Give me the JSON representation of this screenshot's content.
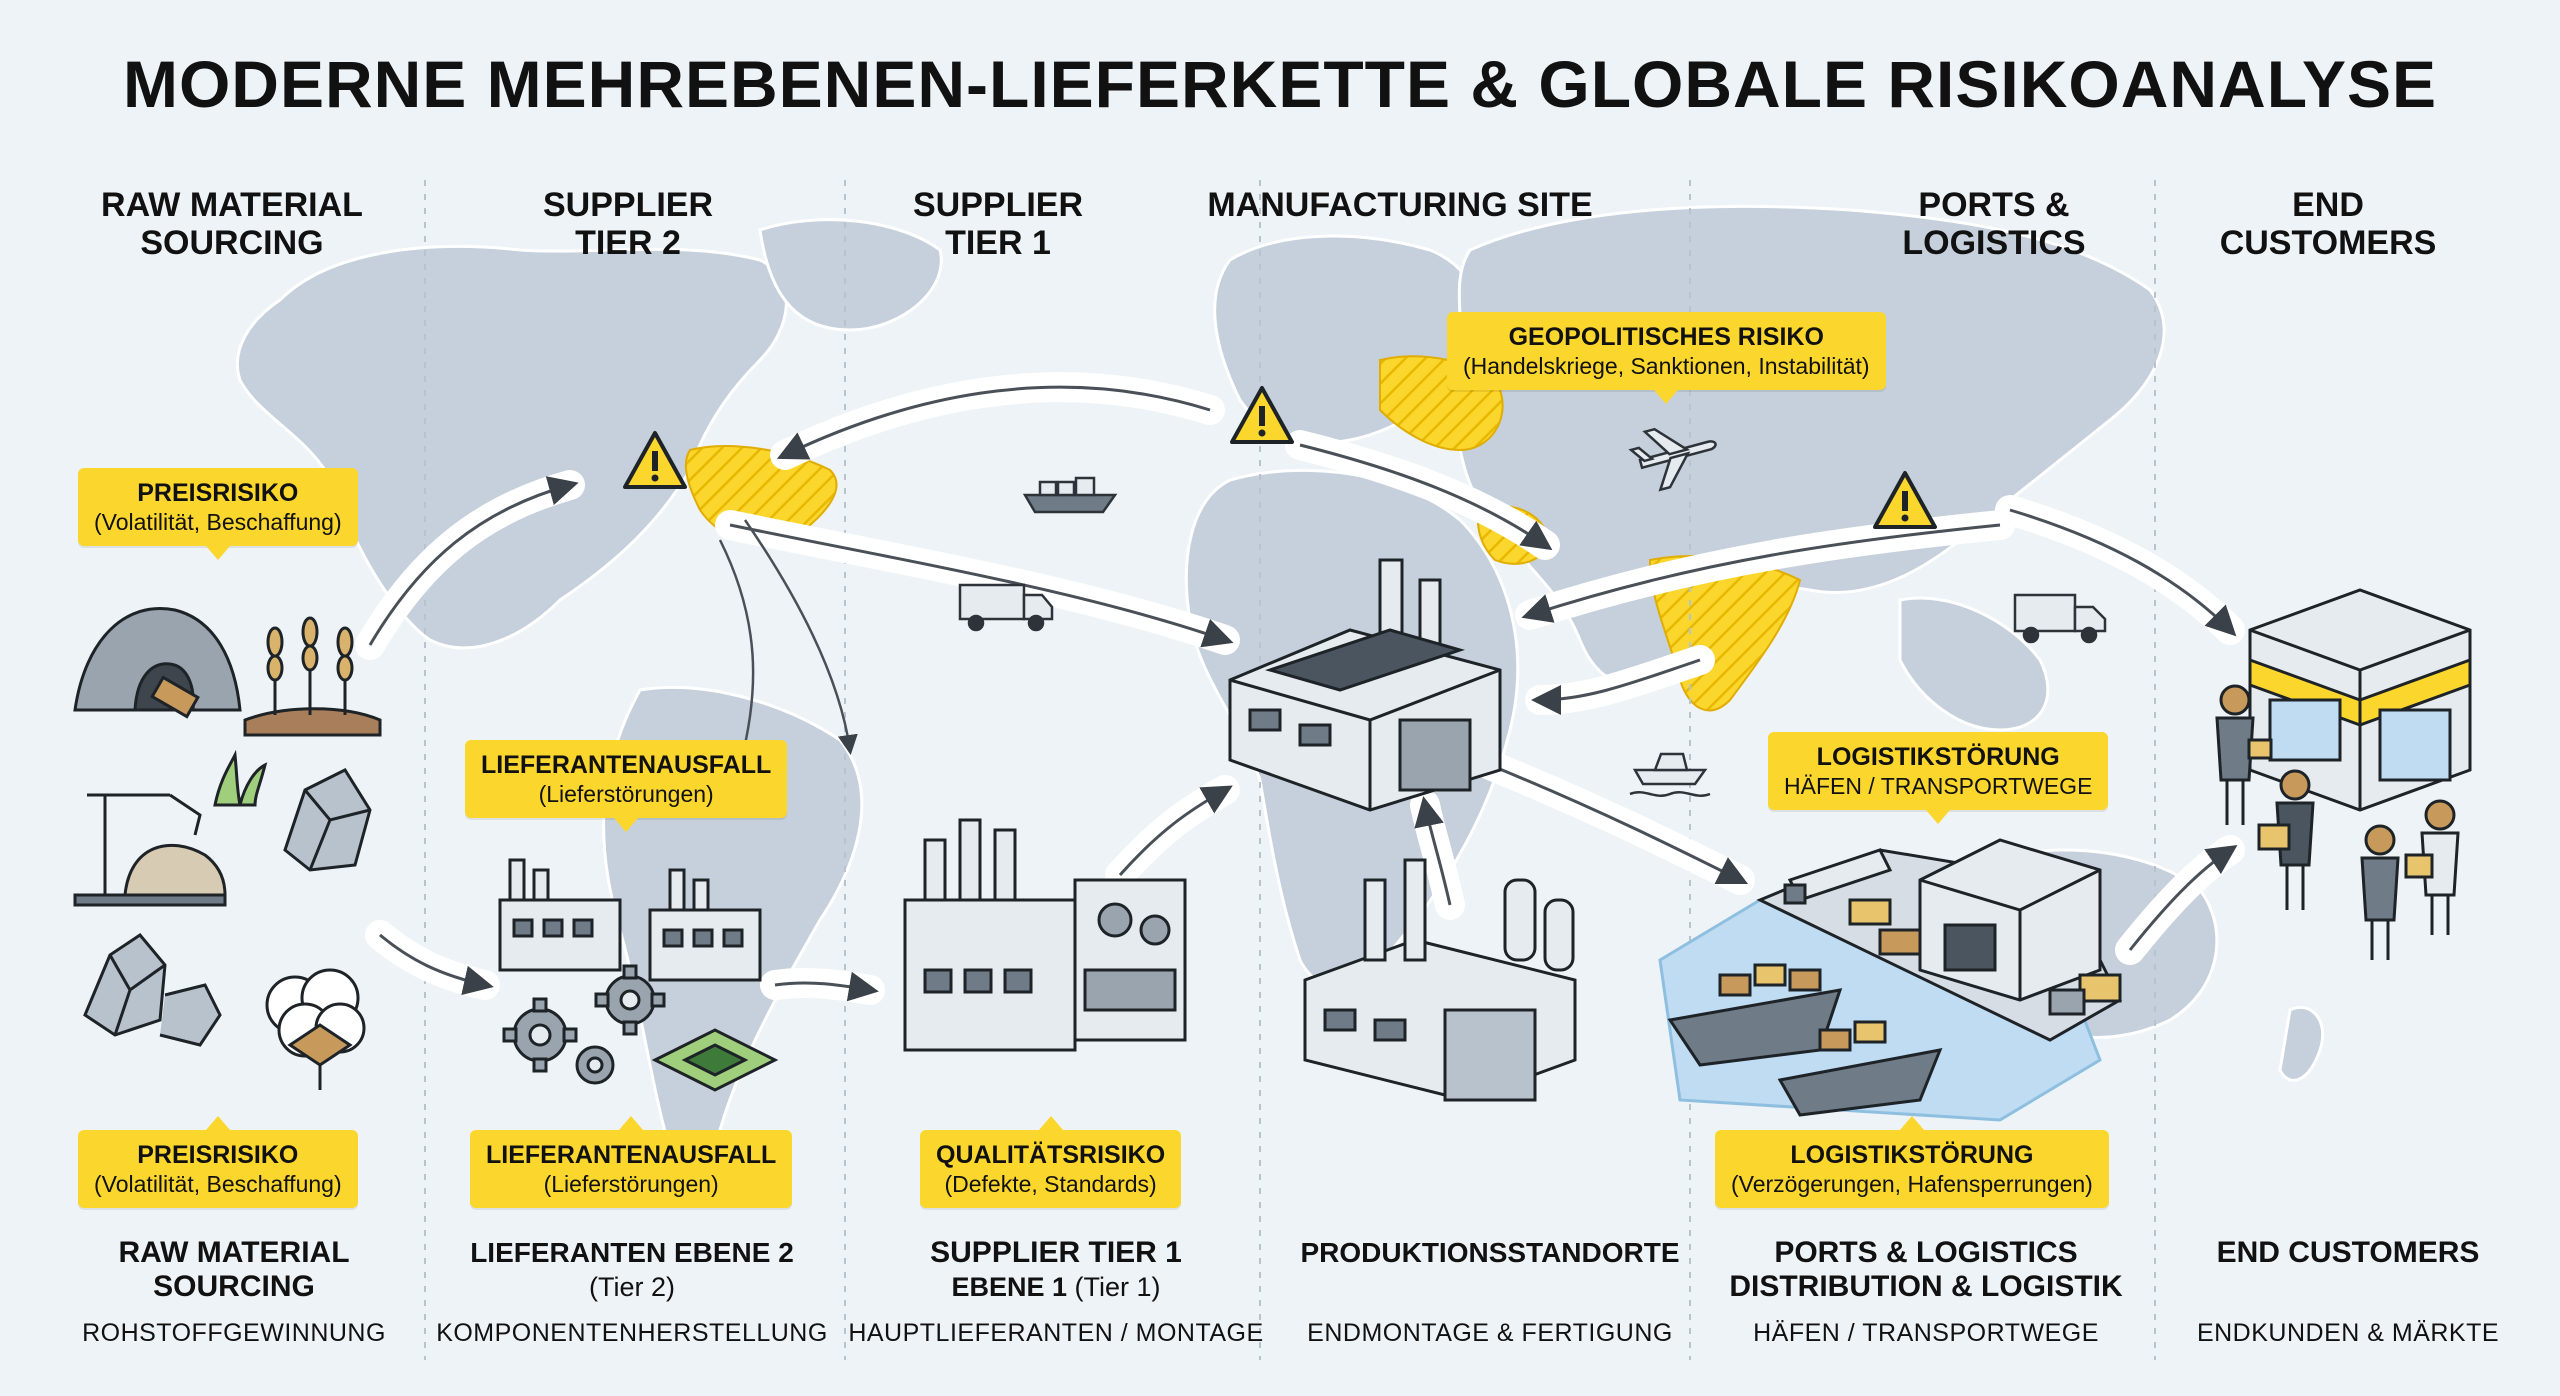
{
  "title": "MODERNE MEHREBENEN-LIEFERKETTE & GLOBALE RISIKOANALYSE",
  "columns": [
    {
      "head": [
        "RAW MATERIAL",
        "SOURCING"
      ],
      "foot_title": [
        "RAW MATERIAL",
        "SOURCING"
      ],
      "foot_sub": "",
      "foot_caption": "ROHSTOFFGEWINNUNG"
    },
    {
      "head": [
        "SUPPLIER",
        "TIER 2"
      ],
      "foot_title": [
        "LIEFERANTEN EBENE 2"
      ],
      "foot_sub": "(Tier 2)",
      "foot_caption": "KOMPONENTENHERSTELLUNG"
    },
    {
      "head": [
        "SUPPLIER",
        "TIER 1"
      ],
      "foot_title": [
        "SUPPLIER TIER 1",
        "EBENE 1"
      ],
      "foot_sub": "(Tier 1)",
      "foot_caption": "HAUPTLIEFERANTEN / MONTAGE"
    },
    {
      "head": [
        "MANUFACTURING SITE"
      ],
      "foot_title": [
        "PRODUKTIONSSTANDORTE"
      ],
      "foot_sub": "",
      "foot_caption": "ENDMONTAGE & FERTIGUNG"
    },
    {
      "head": [
        "PORTS &",
        "LOGISTICS"
      ],
      "foot_title": [
        "PORTS & LOGISTICS",
        "DISTRIBUTION & LOGISTIK"
      ],
      "foot_sub": "",
      "foot_caption": "HÄFEN / TRANSPORTWEGE"
    },
    {
      "head": [
        "END",
        "CUSTOMERS"
      ],
      "foot_title": [
        "END CUSTOMERS"
      ],
      "foot_sub": "",
      "foot_caption": "ENDKUNDEN & MÄRKTE"
    }
  ],
  "risks": {
    "preis_top": {
      "title": "PREISRISIKO",
      "sub": "(Volatilität, Beschaffung)"
    },
    "preis_bottom": {
      "title": "PREISRISIKO",
      "sub": "(Volatilität, Beschaffung)"
    },
    "lieferant_top": {
      "title": "LIEFERANTENAUSFALL",
      "sub": "(Lieferstörungen)"
    },
    "lieferant_bottom": {
      "title": "LIEFERANTENAUSFALL",
      "sub": "(Lieferstörungen)"
    },
    "qualitaet": {
      "title": "QUALITÄTSRISIKO",
      "sub": "(Defekte, Standards)"
    },
    "geo": {
      "title": "GEOPOLITISCHES RISIKO",
      "sub": "(Handelskriege, Sanktionen, Instabilität)"
    },
    "logistik_top": {
      "title": "LOGISTIKSTÖRUNG",
      "sub": "HÄFEN / TRANSPORTWEGE"
    },
    "logistik_bottom": {
      "title": "LOGISTIKSTÖRUNG",
      "sub": "(Verzögerungen, Hafensperrungen)"
    }
  },
  "colors": {
    "accent": "#fbd62c",
    "map": "#c5d0dc",
    "background": "#eef3f7",
    "ink": "#1e2328",
    "water": "#bfdcf2"
  },
  "icons": [
    "mine-icon",
    "wheat-icon",
    "oil-pump-icon",
    "crystal-icon",
    "cotton-icon",
    "factory-icon",
    "gear-icon",
    "chip-icon",
    "ship-icon",
    "truck-icon",
    "plane-icon",
    "warning-icon",
    "warehouse-icon",
    "store-icon",
    "person-icon"
  ]
}
